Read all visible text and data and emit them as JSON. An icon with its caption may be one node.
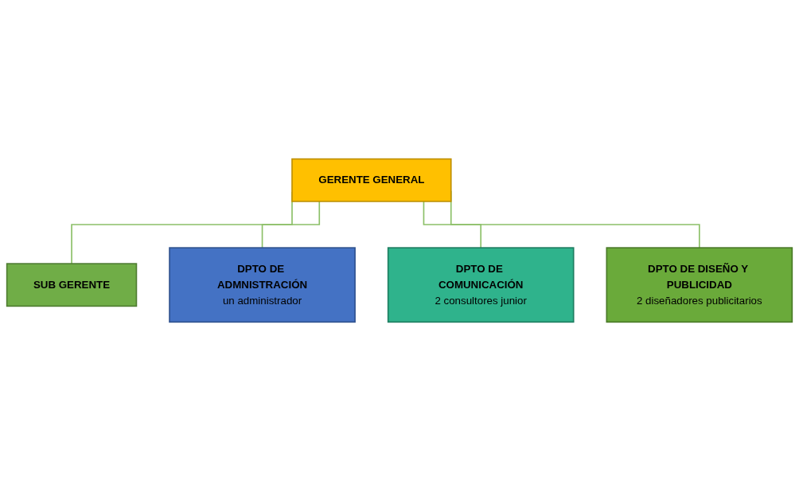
{
  "diagram": {
    "nodes": [
      {
        "text": [
          "GERENTE GENERAL"
        ]
      },
      {
        "text": [
          "SUB GERENTE"
        ]
      },
      {
        "text": [
          "DPTO DE ADMNISTRACIÓN",
          "un administrador"
        ]
      },
      {
        "text": [
          "DPTO DE COMUNICACIÓN",
          "2 consultores junior"
        ]
      },
      {
        "text": [
          "DPTO DE DISEÑO Y PUBLICIDAD",
          "2 diseñadores publicitarios"
        ]
      }
    ],
    "edges": [
      {
        "from": 0,
        "to": 1,
        "arrow": "none"
      },
      {
        "from": 0,
        "to": 2,
        "arrow": "none"
      },
      {
        "from": 0,
        "to": 3,
        "arrow": "none"
      },
      {
        "from": 0,
        "to": 4,
        "arrow": "none"
      }
    ]
  }
}
